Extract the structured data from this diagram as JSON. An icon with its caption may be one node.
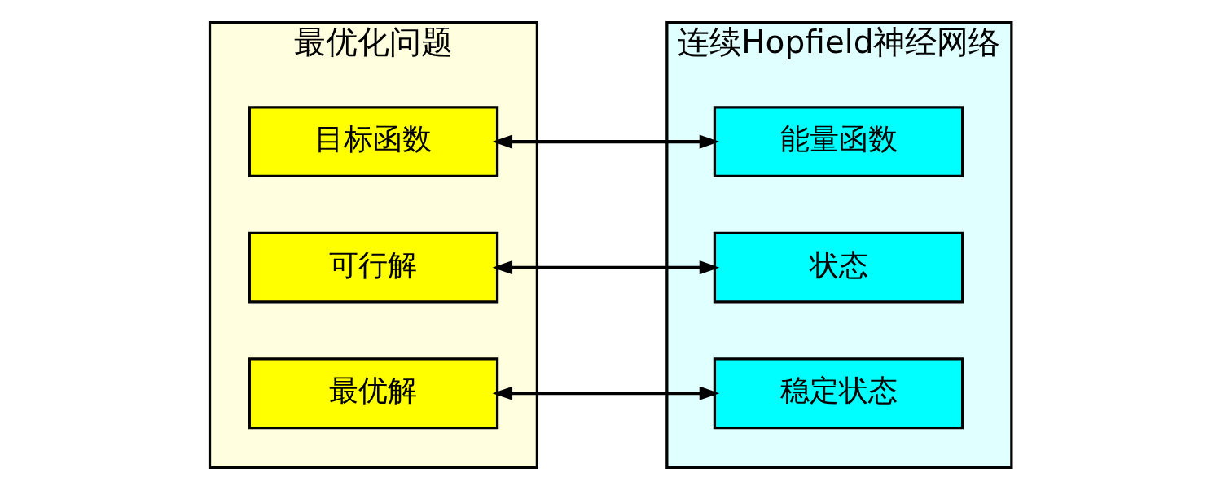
{
  "diagram": {
    "nodes": [
      {
        "text": [
          "最优化问题"
        ]
      },
      {
        "text": [
          "目标函数"
        ],
        "in": 0
      },
      {
        "text": [
          "可行解"
        ],
        "in": 0
      },
      {
        "text": [
          "最优解"
        ],
        "in": 0
      },
      {
        "text": [
          "连续Hopfield神经网络"
        ]
      },
      {
        "text": [
          "能量函数"
        ],
        "in": 4
      },
      {
        "text": [
          "状态"
        ],
        "in": 4
      },
      {
        "text": [
          "稳定状态"
        ],
        "in": 4
      }
    ],
    "edges": [
      {
        "from": 1,
        "to": 5,
        "arrow": "both"
      },
      {
        "from": 2,
        "to": 6,
        "arrow": "both"
      },
      {
        "from": 3,
        "to": 7,
        "arrow": "both"
      }
    ]
  }
}
